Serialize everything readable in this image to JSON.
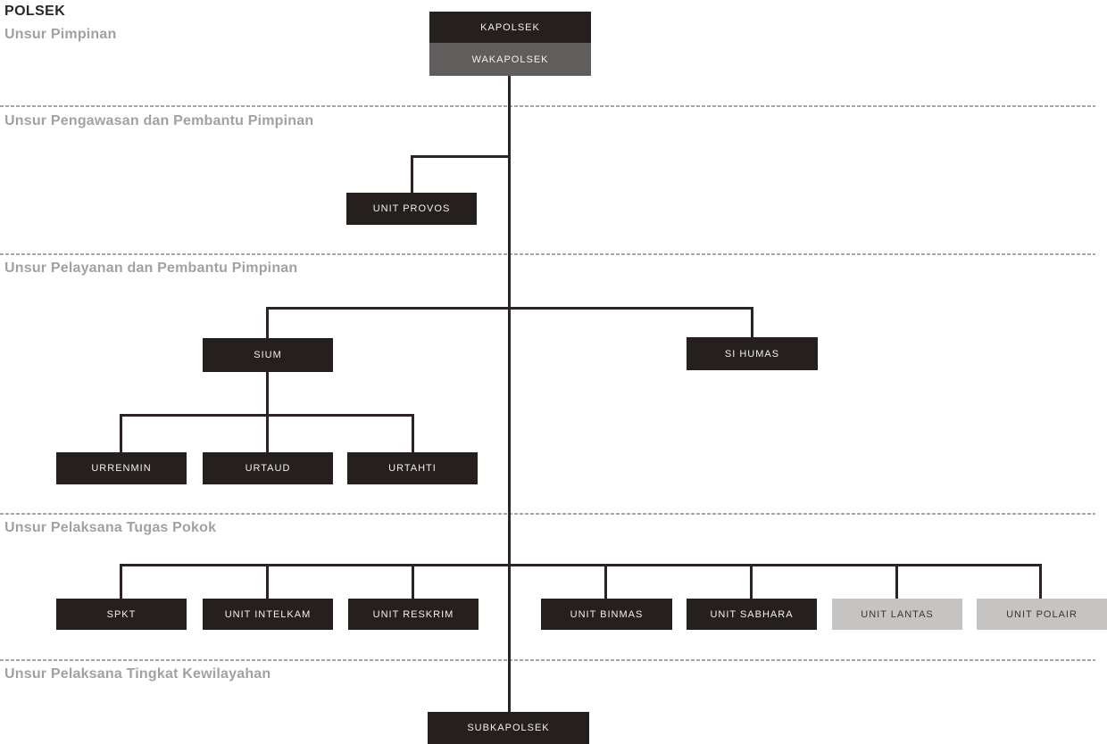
{
  "header": {
    "title": "POLSEK"
  },
  "sections": [
    {
      "label": "Unsur Pimpinan"
    },
    {
      "label": "Unsur Pengawasan dan Pembantu Pimpinan"
    },
    {
      "label": "Unsur Pelayanan dan Pembantu Pimpinan"
    },
    {
      "label": "Unsur Pelaksana Tugas Pokok"
    },
    {
      "label": "Unsur Pelaksana Tingkat Kewilayahan"
    }
  ],
  "nodes": {
    "kapolsek": {
      "label": "KAPOLSEK",
      "style": "dark"
    },
    "wakapolsek": {
      "label": "WAKAPOLSEK",
      "style": "gray"
    },
    "unit_provos": {
      "label": "UNIT PROVOS",
      "style": "dark"
    },
    "sium": {
      "label": "SIUM",
      "style": "dark"
    },
    "si_humas": {
      "label": "SI HUMAS",
      "style": "dark"
    },
    "urrenmin": {
      "label": "URRENMIN",
      "style": "dark"
    },
    "urtaud": {
      "label": "URTAUD",
      "style": "dark"
    },
    "urtahti": {
      "label": "URTAHTI",
      "style": "dark"
    },
    "spkt": {
      "label": "SPKT",
      "style": "dark"
    },
    "unit_intelkam": {
      "label": "UNIT INTELKAM",
      "style": "dark"
    },
    "unit_reskrim": {
      "label": "UNIT RESKRIM",
      "style": "dark"
    },
    "unit_binmas": {
      "label": "UNIT BINMAS",
      "style": "dark"
    },
    "unit_sabhara": {
      "label": "UNIT SABHARA",
      "style": "dark"
    },
    "unit_lantas": {
      "label": "UNIT LANTAS",
      "style": "light"
    },
    "unit_polair": {
      "label": "UNIT POLAIR",
      "style": "light"
    },
    "subkapolsek": {
      "label": "SUBKAPOLSEK",
      "style": "dark"
    }
  },
  "colors": {
    "node_dark": "#251f1e",
    "node_gray": "#615d5c",
    "node_light": "#c5c4c3",
    "node_text_light": "#f2f0ef",
    "node_text_dark": "#3a3634",
    "connector": "#2b2423",
    "divider_dash": "#a6a6a6",
    "title_text": "#2b2726",
    "section_text": "#a3a1a0"
  }
}
